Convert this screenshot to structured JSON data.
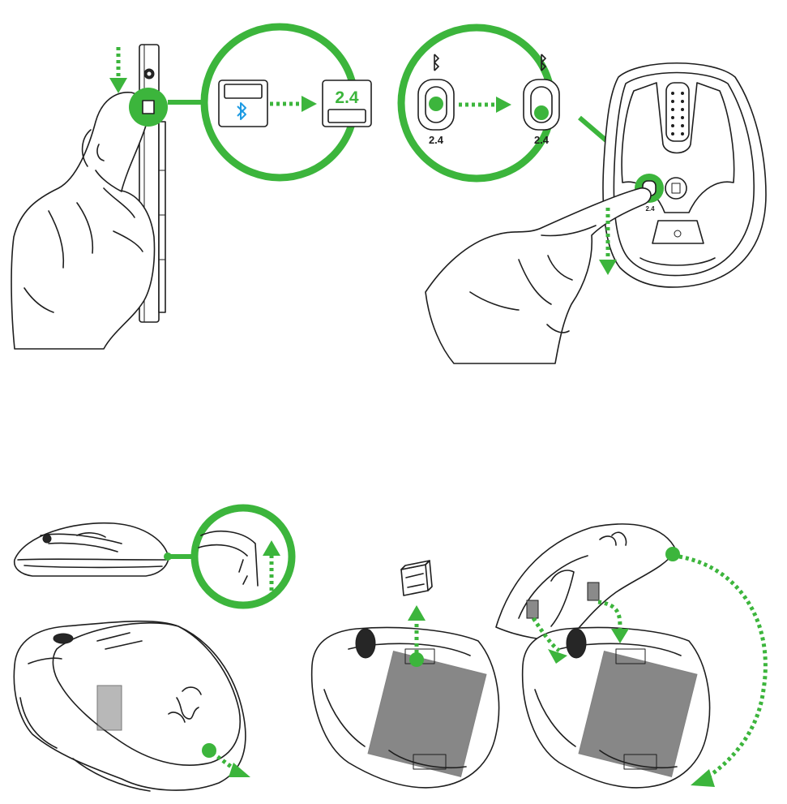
{
  "colors": {
    "accent": "#3cb53c",
    "bluetooth": "#1e9be3",
    "ink": "#1e1e1e"
  },
  "icons": {
    "bluetooth": "bluetooth-icon",
    "power": "power-icon",
    "logo": "razer-logo-icon"
  },
  "switch_labels": {
    "dongle_mode": "2.4",
    "mouse_switch_off": "2.4",
    "mouse_switch_on": "2.4",
    "mouse_bottom": "2.4"
  },
  "steps": [
    {
      "id": "dongle-mode-switch",
      "action": "slide-down"
    },
    {
      "id": "mouse-mode-switch",
      "action": "slide-down"
    },
    {
      "id": "cover-release",
      "action": "push-up"
    },
    {
      "id": "remove-dongle",
      "action": "lift-out"
    },
    {
      "id": "replace-cover",
      "action": "hinge-down"
    }
  ]
}
